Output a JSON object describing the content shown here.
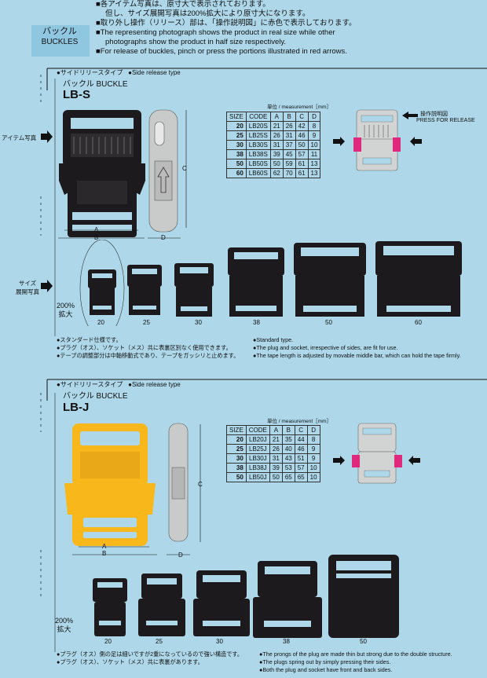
{
  "header": {
    "lines": [
      "■各アイテム写真は、原寸大で表示されております。",
      "但し、サイズ展開写真は200%拡大により原寸大になります。",
      "■取り外し操作（リリース）部は、「操作説明図」に赤色で表示しております。",
      "■The representing photograph shows the product in real size while other",
      "photographs show the product in half size respectively.",
      "■For release of buckles, pinch or press the portions illustrated in red arrows."
    ]
  },
  "sidebar": {
    "jp": "バックル",
    "en": "BUCKLES"
  },
  "side_labels": {
    "item_photo": "アイテム写真",
    "size_photo": "サイズ\n展開写真",
    "enlarge": "200%\n拡大"
  },
  "section_s": {
    "type_jp": "●サイドリリースタイプ",
    "type_en": "●Side release type",
    "name": "バックル BUCKLE",
    "code": "LB-S",
    "measurement": "単位 / measurement［mm］",
    "release_jp": "操作説明図",
    "release_en": "PRESS FOR RELEASE",
    "dims": [
      "A",
      "B",
      "C",
      "D"
    ],
    "table_headers": [
      "SIZE",
      "CODE",
      "A",
      "B",
      "C",
      "D"
    ],
    "table_rows": [
      [
        "20",
        "LB20S",
        "21",
        "26",
        "42",
        "8"
      ],
      [
        "25",
        "LB25S",
        "26",
        "31",
        "46",
        "9"
      ],
      [
        "30",
        "LB30S",
        "31",
        "37",
        "50",
        "10"
      ],
      [
        "38",
        "LB38S",
        "39",
        "45",
        "57",
        "11"
      ],
      [
        "50",
        "LB50S",
        "50",
        "59",
        "61",
        "13"
      ],
      [
        "60",
        "LB60S",
        "62",
        "70",
        "61",
        "13"
      ]
    ],
    "sizes": [
      "20",
      "25",
      "30",
      "38",
      "50",
      "60"
    ],
    "notes_jp": [
      "●スタンダード仕様です。",
      "●プラグ（オス）、ソケット（メス）共に表裏区別なく使用できます。",
      "●テープの調整部分は中軸移動式であり、テープをガッシリと止めます。"
    ],
    "notes_en": [
      "●Standard type.",
      "●The plug and socket, irrespective of sides, are fit for use.",
      "●The tape length is adjusted by movable middle bar, which can hold the tape firmly."
    ]
  },
  "section_j": {
    "type_jp": "●サイドリリースタイプ",
    "type_en": "●Side release type",
    "name": "バックル BUCKLE",
    "code": "LB-J",
    "measurement": "単位 / measurement［mm］",
    "dims": [
      "A",
      "B",
      "C",
      "D"
    ],
    "table_headers": [
      "SIZE",
      "CODE",
      "A",
      "B",
      "C",
      "D"
    ],
    "table_rows": [
      [
        "20",
        "LB20J",
        "21",
        "35",
        "44",
        "8"
      ],
      [
        "25",
        "LB25J",
        "26",
        "40",
        "46",
        "9"
      ],
      [
        "30",
        "LB30J",
        "31",
        "43",
        "51",
        "9"
      ],
      [
        "38",
        "LB38J",
        "39",
        "53",
        "57",
        "10"
      ],
      [
        "50",
        "LB50J",
        "50",
        "65",
        "65",
        "10"
      ]
    ],
    "sizes": [
      "20",
      "25",
      "30",
      "38",
      "50"
    ],
    "notes_jp": [
      "●プラグ（オス）側の足は細いですが2重になっているので強い構造です。",
      "●プラグ（オス）、ソケット（メス）共に表裏があります。"
    ],
    "notes_en": [
      "●The prongs of the plug are made thin but strong due to the double structure.",
      "●The plugs spring out by simply pressing their sides.",
      "●Both the plug and socket have front and back sides."
    ]
  },
  "colors": {
    "background": "#aed8ea",
    "buckle_black": "#1c1a1c",
    "buckle_yellow": "#f8b81c",
    "release_pink": "#e0287c",
    "gray_part": "#d2d4d4"
  }
}
